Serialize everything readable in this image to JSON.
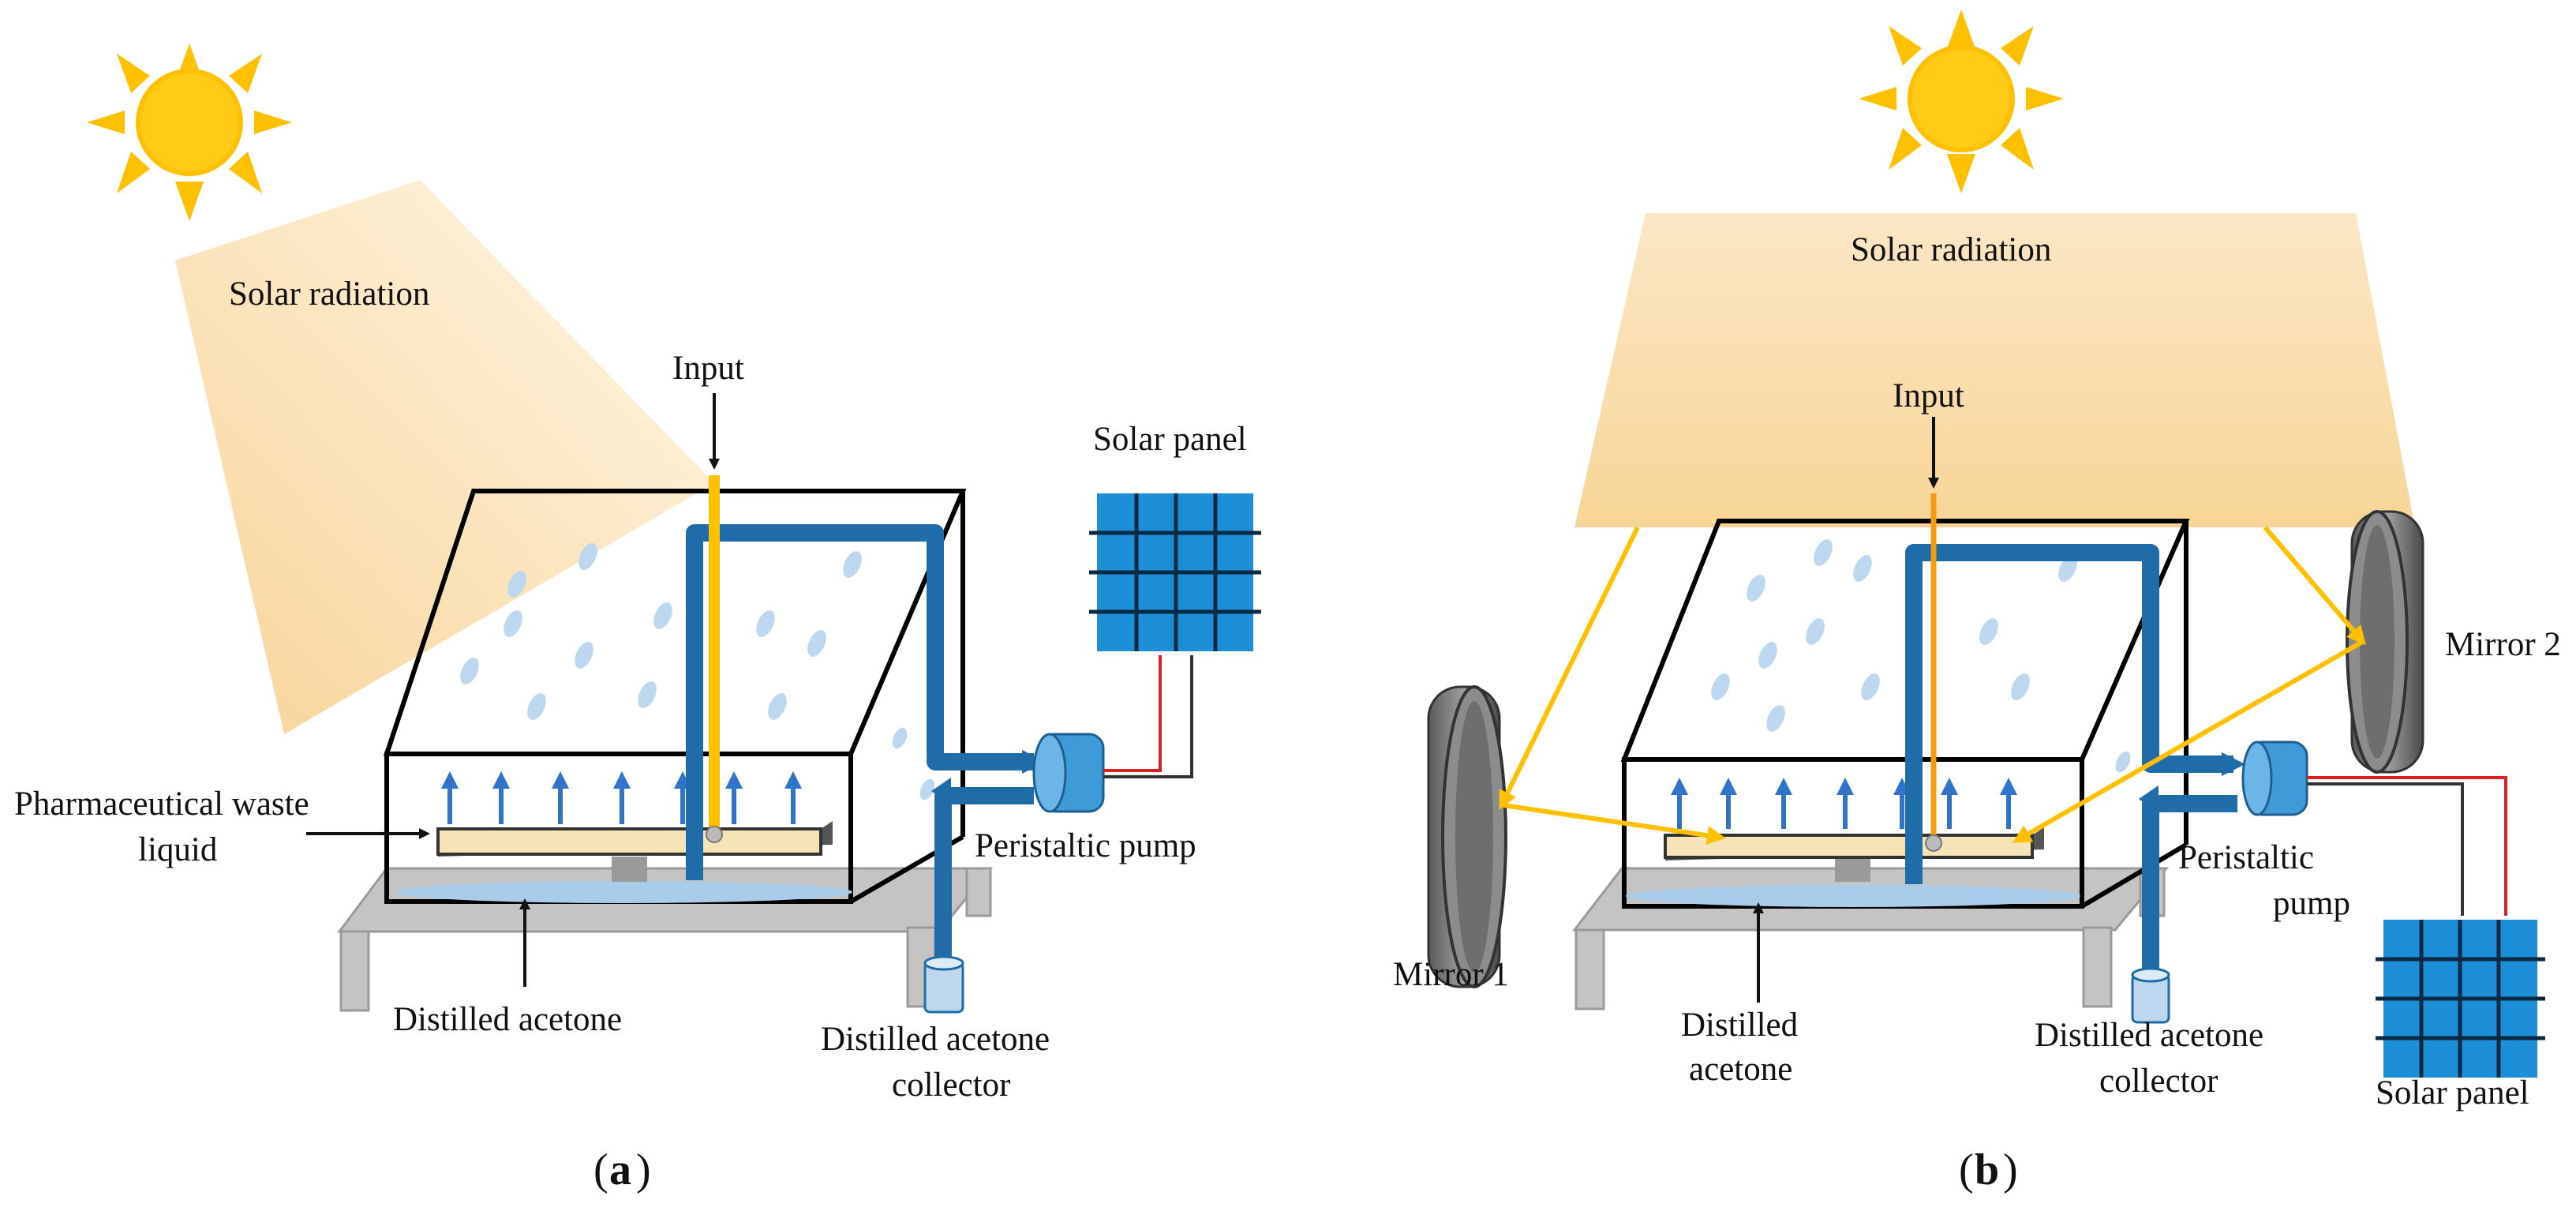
{
  "panel_a": {
    "solar_radiation": "Solar radiation",
    "input": "Input",
    "solar_panel": "Solar panel",
    "waste_line1": "Pharmaceutical waste",
    "waste_line2": "liquid",
    "pump": "Peristaltic pump",
    "distilled": "Distilled acetone",
    "collector_line1": "Distilled acetone",
    "collector_line2": "collector",
    "caption_open": "(",
    "caption_letter": "a",
    "caption_close": ")"
  },
  "panel_b": {
    "solar_radiation": "Solar radiation",
    "input": "Input",
    "mirror1": "Mirror 1",
    "mirror2": "Mirror 2",
    "pump_line1": "Peristaltic",
    "pump_line2": "pump",
    "distilled_line1": "Distilled",
    "distilled_line2": "acetone",
    "collector_line1": "Distilled acetone",
    "collector_line2": "collector",
    "solar_panel": "Solar panel",
    "caption_open": "(",
    "caption_letter": "b",
    "caption_close": ")"
  },
  "colors": {
    "sun": "#FFC000",
    "radiation": "#F9D9A0",
    "pipe": "#1F6CA8",
    "vapor_arrow": "#2F74C8",
    "droplet": "#BDD7EE",
    "water": "#A9CCEA",
    "tray": "#F5E4B8",
    "stand": "#BFBFBF",
    "panel": "#1C8FD6",
    "wire": "#E02020",
    "orange_input": "#F39C12",
    "mirror": "#777777"
  }
}
